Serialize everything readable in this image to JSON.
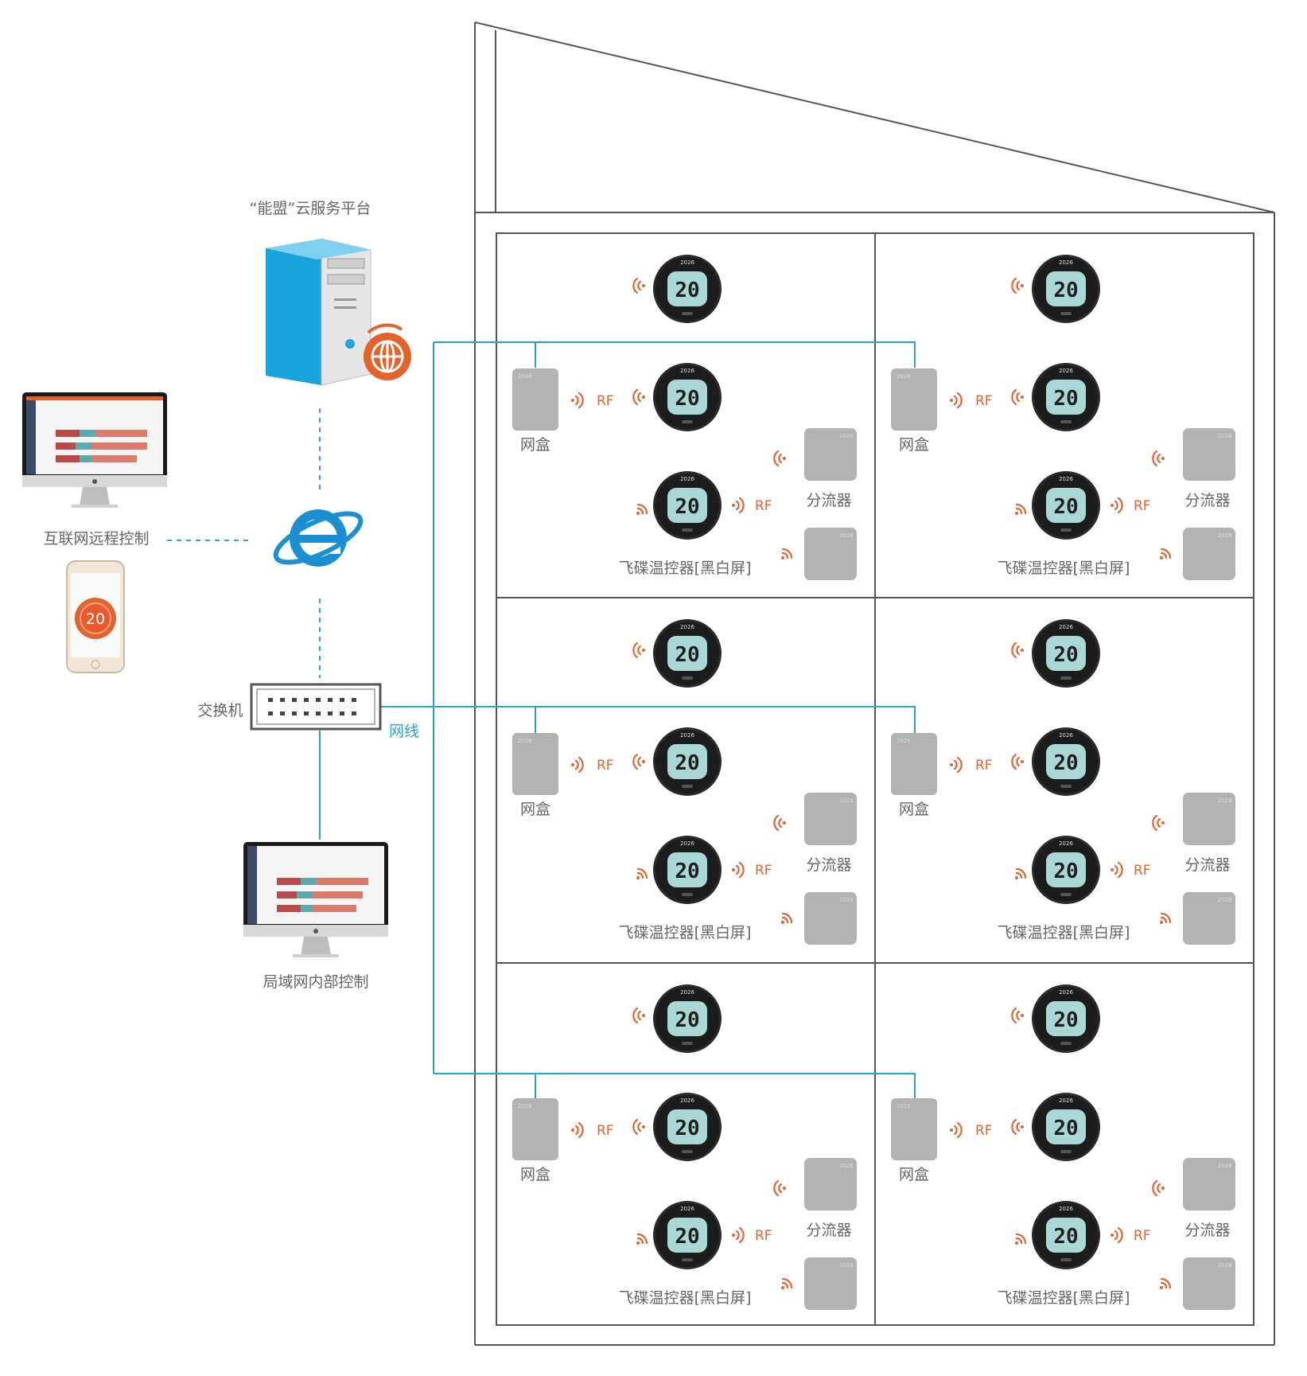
{
  "colors": {
    "wire": "#29a3d4",
    "rf": "#e2632c",
    "building": "#555555",
    "device_gray": "#b2b2b2",
    "thermostat_ring": "#222222",
    "lcd": "#a9d8d6"
  },
  "cloud": {
    "label": "“能盟”云服务平台",
    "icon": "server-globe-icon"
  },
  "internet": {
    "icon": "internet-explorer-icon"
  },
  "remote": {
    "label": "互联网远程控制",
    "phone_value": "20"
  },
  "switch": {
    "label": "交换机",
    "cable_label": "网线"
  },
  "lan": {
    "label": "局域网内部控制"
  },
  "room": {
    "gateway_label": "网盒",
    "rf_label": "RF",
    "splitter_label": "分流器",
    "thermostat_label": "飞碟温控器[黑白屏]",
    "thermostat_value": "20",
    "device_code": "2026"
  },
  "rooms": [
    {
      "id": "r1"
    },
    {
      "id": "r2"
    },
    {
      "id": "r3"
    },
    {
      "id": "r4"
    },
    {
      "id": "r5"
    },
    {
      "id": "r6"
    }
  ]
}
